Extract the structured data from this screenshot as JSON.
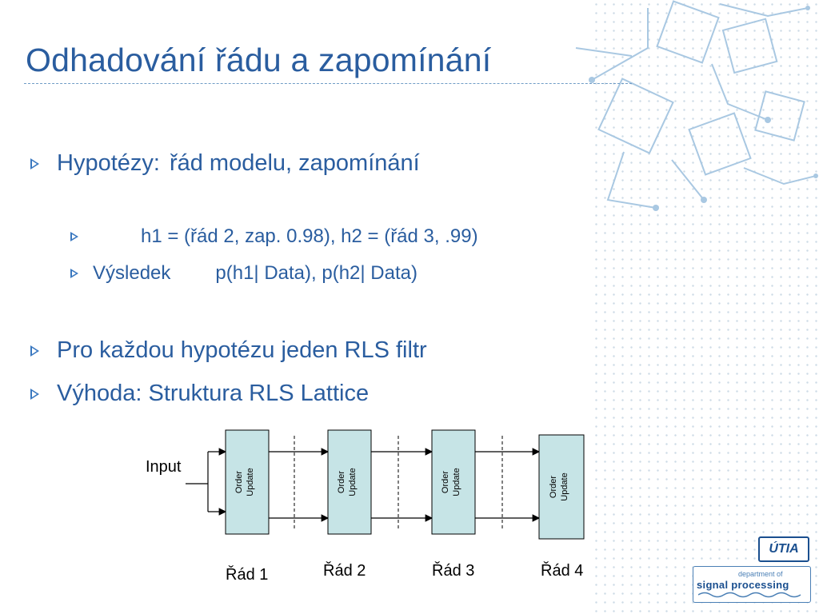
{
  "title": "Odhadování řádu a zapomínání",
  "bullets": {
    "b1": {
      "label": "Hypotézy:",
      "text": "řád modelu, zapomínání"
    },
    "b2": {
      "text": "h1 = (řád 2, zap. 0.98), h2 = (řád 3, .99)"
    },
    "b3": {
      "label": "Výsledek",
      "text": "p(h1| Data), p(h2| Data)"
    },
    "b4": {
      "text": "Pro každou hypotézu jeden RLS filtr"
    },
    "b5": {
      "text": "Výhoda: Struktura RLS Lattice"
    }
  },
  "diagram": {
    "input_label": "Input",
    "blocks": [
      {
        "line1": "Order",
        "line2": "Update",
        "caption": "Řád 1"
      },
      {
        "line1": "Order",
        "line2": "Update",
        "caption": "Řád 2"
      },
      {
        "line1": "Order",
        "line2": "Update",
        "caption": "Řád 3"
      },
      {
        "line1": "Order",
        "line2": "Update",
        "caption": "Řád 4"
      }
    ]
  },
  "logos": {
    "utia": "ÚTIA",
    "sp_dept": "department of",
    "sp_main": "signal processing"
  },
  "colors": {
    "title": "#2a5d9f",
    "bullet": "#3a78c0",
    "block_fill": "#c6e4e6",
    "circuit": "#a9c8e2"
  }
}
